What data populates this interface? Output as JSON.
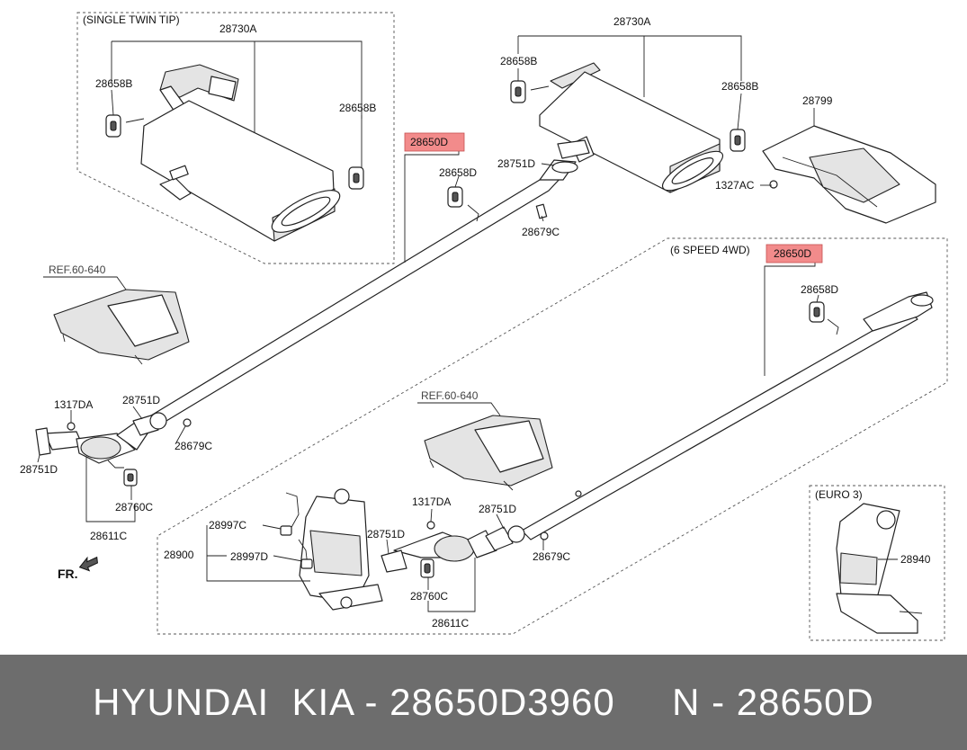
{
  "labels": {
    "single_twin_tip": "(SINGLE TWIN TIP)",
    "muffler_left": "28730A",
    "hanger_left_a": "28658B",
    "hanger_left_b": "28658B",
    "muffler_right": "28730A",
    "hanger_right_a": "28658B",
    "hanger_right_b": "28658B",
    "heat_protector": "28799",
    "bolt_1327": "1327AC",
    "center_pipe_top": "28650D",
    "hanger_d_top": "28658D",
    "gasket_top_right": "28751D",
    "nut_top": "28679C",
    "ref_top": "REF.60-640",
    "nut_1317_left": "1317DA",
    "gasket_mid_left": "28751D",
    "nut_mid_left": "28679C",
    "gasket_far_left": "28751D",
    "hanger_c_left": "28760C",
    "front_pipe_left": "28611C",
    "six_speed": "(6 SPEED 4WD)",
    "center_pipe_bottom": "28650D",
    "hanger_d_bottom": "28658D",
    "ref_bottom": "REF.60-640",
    "sensor_a": "28997C",
    "catalyst_assy": "28900",
    "sensor_b": "28997D",
    "gasket_b1": "28751D",
    "nut_1317_bottom": "1317DA",
    "gasket_b2": "28751D",
    "nut_bottom": "28679C",
    "hanger_c_bottom": "28760C",
    "front_pipe_bottom": "28611C",
    "euro3": "(EURO 3)",
    "catalyst_euro": "28940",
    "front_arrow": "FR."
  },
  "banner": {
    "text": "HYUNDAI  KIA - 28650D3960     N - 28650D"
  },
  "colors": {
    "highlight": "#f28b8b",
    "banner_bg": "#6d6d6d",
    "banner_text": "#ffffff"
  }
}
